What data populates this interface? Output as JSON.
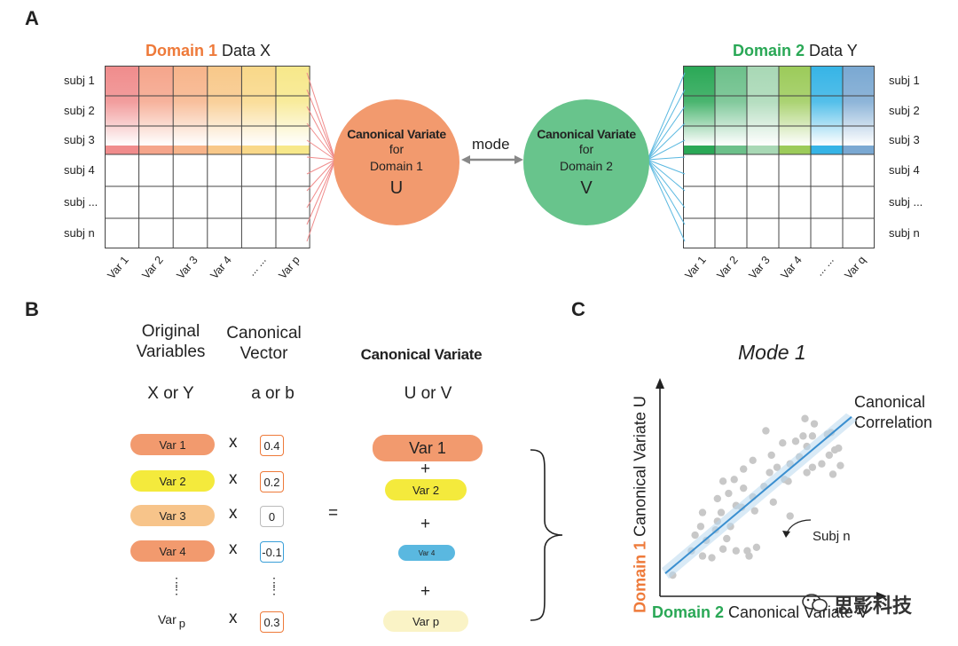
{
  "panel_labels": {
    "a": "A",
    "b": "B",
    "c": "C"
  },
  "domain1": {
    "title_colored": "Domain 1",
    "title_rest": " Data X",
    "color": "#ee7a3a",
    "subjects": [
      "subj 1",
      "subj 2",
      "subj 3",
      "subj 4",
      "subj ...",
      "subj n"
    ],
    "variables": [
      "Var 1",
      "Var 2",
      "Var 3",
      "Var 4",
      "... ...",
      "Var p"
    ],
    "cell_colors": [
      "#f08c8c",
      "#f5a58b",
      "#f7b48a",
      "#f8c889",
      "#f9d889",
      "#f7e88a"
    ]
  },
  "domain2": {
    "title_colored": "Domain 2",
    "title_rest": " Data Y",
    "color": "#2aa856",
    "subjects": [
      "subj 1",
      "subj 2",
      "subj 3",
      "subj 4",
      "subj ...",
      "subj n"
    ],
    "variables": [
      "Var 1",
      "Var 2",
      "Var 3",
      "Var 4",
      "... ...",
      "Var q"
    ],
    "cell_colors": [
      "#2aa856",
      "#6cc08a",
      "#a8d8b5",
      "#9ccb5a",
      "#36b4e6",
      "#7aa8d2"
    ]
  },
  "circle_u": {
    "title": "Canonical Variate",
    "line2": "for",
    "line3": "Domain 1",
    "letter": "U",
    "color": "#f29a6e"
  },
  "circle_v": {
    "title": "Canonical Variate",
    "line2": "for",
    "line3": "Domain 2",
    "letter": "V",
    "color": "#68c48c"
  },
  "mode_label": "mode",
  "panel_b": {
    "col1_header": [
      "Original",
      "Variables"
    ],
    "col2_header": [
      "Canonical",
      "Vector"
    ],
    "col3_header": "Canonical Variate",
    "col1_sub": "X or Y",
    "col2_sub": "a or b",
    "col3_sub": "U or V",
    "rows": [
      {
        "var": "Var 1",
        "coef": "0.4",
        "pill_color": "#f29a6e",
        "coef_border": "#ee7a3a"
      },
      {
        "var": "Var 2",
        "coef": "0.2",
        "pill_color": "#f4ea3c",
        "coef_border": "#ee7a3a"
      },
      {
        "var": "Var 3",
        "coef": "0",
        "pill_color": "#f7c48a",
        "coef_border": "#bbbbbb"
      },
      {
        "var": "Var 4",
        "coef": "-0.1",
        "pill_color": "#f29a6e",
        "coef_border": "#3a9fd8"
      }
    ],
    "last_var": "Var",
    "last_var_sub": "p",
    "last_coef": "0.3",
    "times": "x",
    "equals": "=",
    "plus": "+",
    "result_pills": [
      {
        "label": "Var 1",
        "color": "#f29a6e"
      },
      {
        "label": "Var 2",
        "color": "#f4ea3c"
      },
      {
        "label": "Var 4",
        "color": "#5ab8e0"
      },
      {
        "label": "Var p",
        "color": "#faf3c6"
      }
    ]
  },
  "panel_c": {
    "title": "Mode 1",
    "canonical_correlation": [
      "Canonical",
      "Correlation"
    ],
    "y_label_colored": "Domain 1",
    "y_label_rest": " Canonical Variate U",
    "x_label_colored": "Domain 2",
    "x_label_rest": " Canonical Variate V",
    "annotation": "Subj n",
    "line_color": "#3a8fd0",
    "point_color": "#c8c8c8"
  },
  "chart_data": {
    "type": "scatter",
    "title": "Mode 1",
    "xlabel": "Domain 2 Canonical Variate V",
    "ylabel": "Domain 1 Canonical Variate U",
    "x": [
      0.04,
      0.14,
      0.16,
      0.19,
      0.2,
      0.2,
      0.22,
      0.25,
      0.27,
      0.28,
      0.28,
      0.3,
      0.31,
      0.31,
      0.33,
      0.34,
      0.35,
      0.37,
      0.38,
      0.38,
      0.41,
      0.42,
      0.42,
      0.44,
      0.45,
      0.47,
      0.47,
      0.48,
      0.49,
      0.53,
      0.54,
      0.56,
      0.57,
      0.58,
      0.6,
      0.63,
      0.64,
      0.66,
      0.67,
      0.67,
      0.7,
      0.72,
      0.74,
      0.75,
      0.76,
      0.76,
      0.79,
      0.79,
      0.8,
      0.84,
      0.87,
      0.88,
      0.89,
      0.9,
      0.91,
      0.93,
      0.94
    ],
    "y": [
      0.04,
      0.18,
      0.27,
      0.32,
      0.15,
      0.4,
      0.24,
      0.14,
      0.3,
      0.35,
      0.48,
      0.4,
      0.19,
      0.58,
      0.25,
      0.51,
      0.32,
      0.59,
      0.44,
      0.18,
      0.43,
      0.65,
      0.54,
      0.18,
      0.15,
      0.49,
      0.7,
      0.41,
      0.2,
      0.55,
      0.87,
      0.63,
      0.73,
      0.46,
      0.66,
      0.8,
      0.59,
      0.58,
      0.38,
      0.68,
      0.81,
      0.72,
      0.84,
      0.94,
      0.63,
      0.78,
      0.84,
      0.66,
      0.91,
      0.68,
      0.85,
      0.73,
      0.86,
      0.62,
      0.76,
      0.77,
      0.67
    ],
    "fit_line": {
      "x": [
        0.0,
        1.0
      ],
      "y": [
        0.05,
        0.95
      ]
    }
  }
}
